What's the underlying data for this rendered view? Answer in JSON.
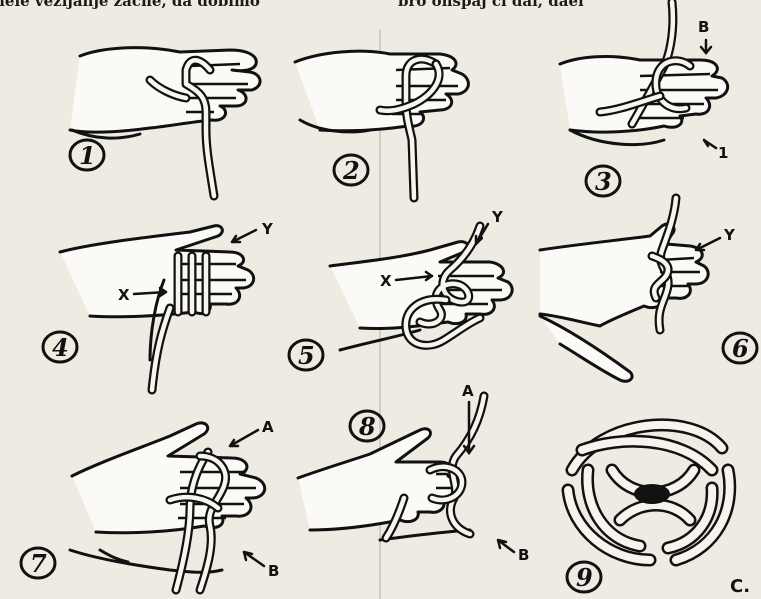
{
  "header": {
    "left_text": "nele vezljanje začne, da dobimo",
    "right_text": "bro ohspaj ci dai, dael"
  },
  "steps": [
    {
      "number": "1"
    },
    {
      "number": "2"
    },
    {
      "number": "3",
      "labels": [
        "B",
        "1"
      ]
    },
    {
      "number": "4",
      "labels": [
        "Y",
        "X"
      ]
    },
    {
      "number": "5",
      "labels": [
        "Y",
        "X"
      ]
    },
    {
      "number": "6",
      "labels": [
        "Y"
      ]
    },
    {
      "number": "7",
      "labels": [
        "A",
        "B"
      ]
    },
    {
      "number": "8",
      "labels": [
        "A",
        "B"
      ]
    },
    {
      "number": "9"
    }
  ],
  "figure_letter": "C.",
  "colors": {
    "ink": "#111111",
    "paper": "#eeebe2",
    "rope_fill": "#f7f5ee"
  }
}
